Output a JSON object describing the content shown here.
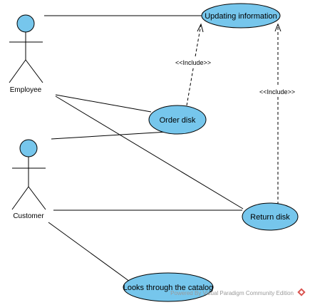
{
  "colors": {
    "usecase_fill": "#76c6ec",
    "actor_head_fill": "#76c6ec",
    "watermark_logo": "#d9534f"
  },
  "actors": {
    "employee": "Employee",
    "customer": "Customer"
  },
  "use_cases": {
    "updating_information": "Updating information",
    "order_disk": "Order disk",
    "return_disk": "Return disk",
    "looks_through_catalog": "Looks through  the catalog"
  },
  "relationships": {
    "include_1": "<<Include>>",
    "include_2": "<<Include>>"
  },
  "watermark": {
    "text": "Powered By  Visual Paradigm Community Edition",
    "logo_icon": "visual-paradigm-logo-icon"
  }
}
